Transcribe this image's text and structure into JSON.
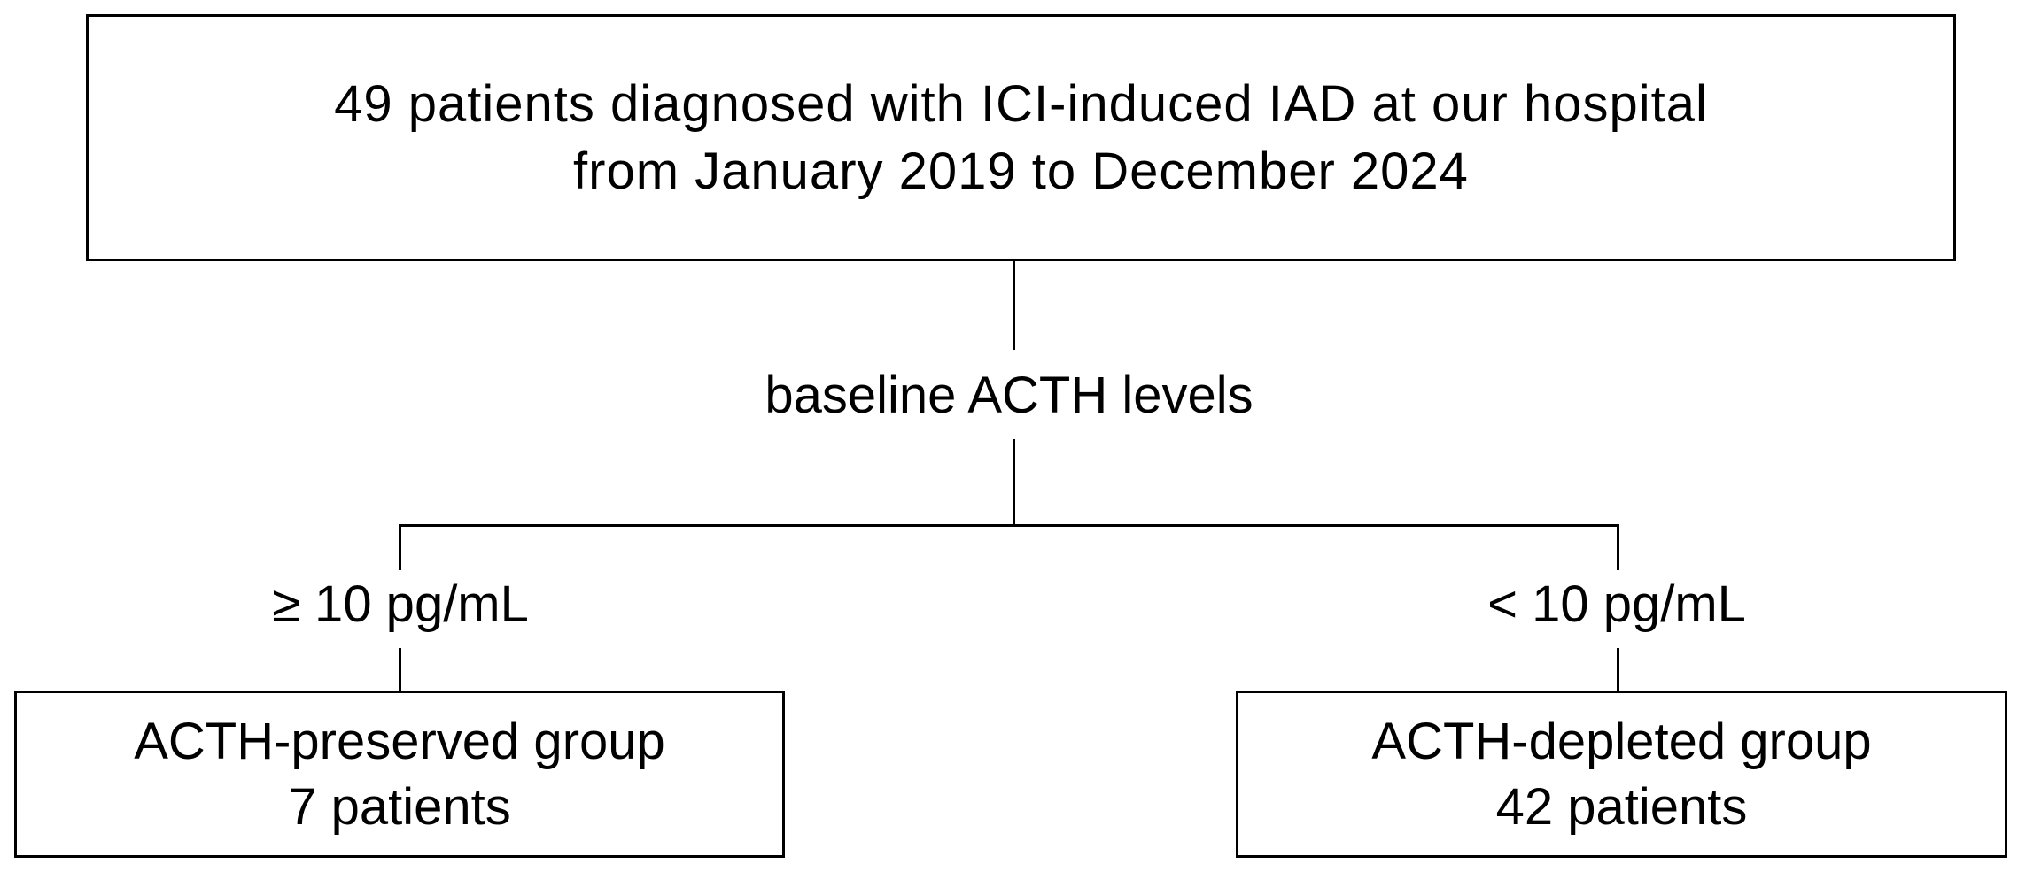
{
  "top_box": {
    "line1": "49 patients diagnosed with ICI-induced IAD at our hospital",
    "line2": "from January 2019 to December 2024"
  },
  "split_label": "baseline ACTH levels",
  "branches": [
    {
      "criterion": "≥ 10 pg/mL",
      "group": "ACTH-preserved group",
      "count": "7 patients"
    },
    {
      "criterion": "< 10 pg/mL",
      "group": "ACTH-depleted group",
      "count": "42 patients"
    }
  ]
}
